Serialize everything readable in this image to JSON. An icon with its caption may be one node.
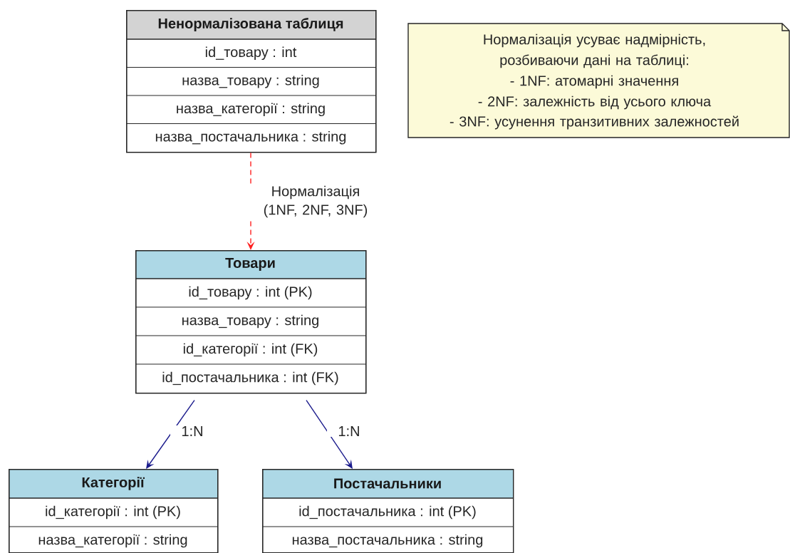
{
  "diagram": {
    "nodes": [
      {
        "text": [
          "Ненормалізована таблиця",
          "id_товару : int",
          "назва_товару : string",
          "назва_категорії : string",
          "назва_постачальника : string"
        ]
      },
      {
        "text": [
          "Нормалізація усуває надмірність, розбиваючи дані на таблиці:",
          "- 1NF: атомарні значення",
          "- 2NF: залежність від усього ключа",
          "- 3NF: усунення транзитивних залежностей"
        ]
      },
      {
        "text": [
          "Товари",
          "id_товару : int (PK)",
          "назва_товару : string",
          "id_категорії : int (FK)",
          "id_постачальника : int (FK)"
        ]
      },
      {
        "text": [
          "Категорії",
          "id_категорії : int (PK)",
          "назва_категорії : string"
        ]
      },
      {
        "text": [
          "Постачальники",
          "id_постачальника : int (PK)",
          "назва_постачальника : string"
        ]
      }
    ],
    "edges": [
      {
        "from": 0,
        "to": 2,
        "arrow": "to",
        "label": "Нормалізація (1NF, 2NF, 3NF)",
        "style": "dashed",
        "color": "#ff2020"
      },
      {
        "from": 2,
        "to": 3,
        "arrow": "to",
        "label": "1:N",
        "color": "#1a1a8c"
      },
      {
        "from": 2,
        "to": 4,
        "arrow": "to",
        "label": "1:N",
        "color": "#1a1a8c"
      }
    ]
  }
}
